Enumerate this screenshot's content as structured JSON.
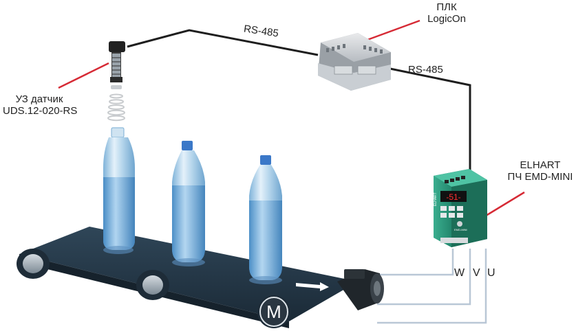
{
  "labels": {
    "plc_line1": "ПЛК",
    "plc_line2": "LogicOn",
    "bus_left": "RS-485",
    "bus_right": "RS-485",
    "sensor_line1": "УЗ датчик",
    "sensor_line2": "UDS.12-020-RS",
    "vfd_line1": "ELHART",
    "vfd_line2": "ПЧ EMD-MINI",
    "phase_w": "W",
    "phase_v": "V",
    "phase_u": "U",
    "motor_letter": "M",
    "vfd_display": "-51-",
    "vfd_brand": "ELHART",
    "vfd_model": "EMD-MINI"
  },
  "colors": {
    "callout_line": "#d62a35",
    "cable": "#1e1e1e",
    "vfd_body": "#2b9a7e",
    "belt": "#263a4a",
    "phase_wire": "#b9c7d6",
    "bottle": "#a9cde6"
  }
}
